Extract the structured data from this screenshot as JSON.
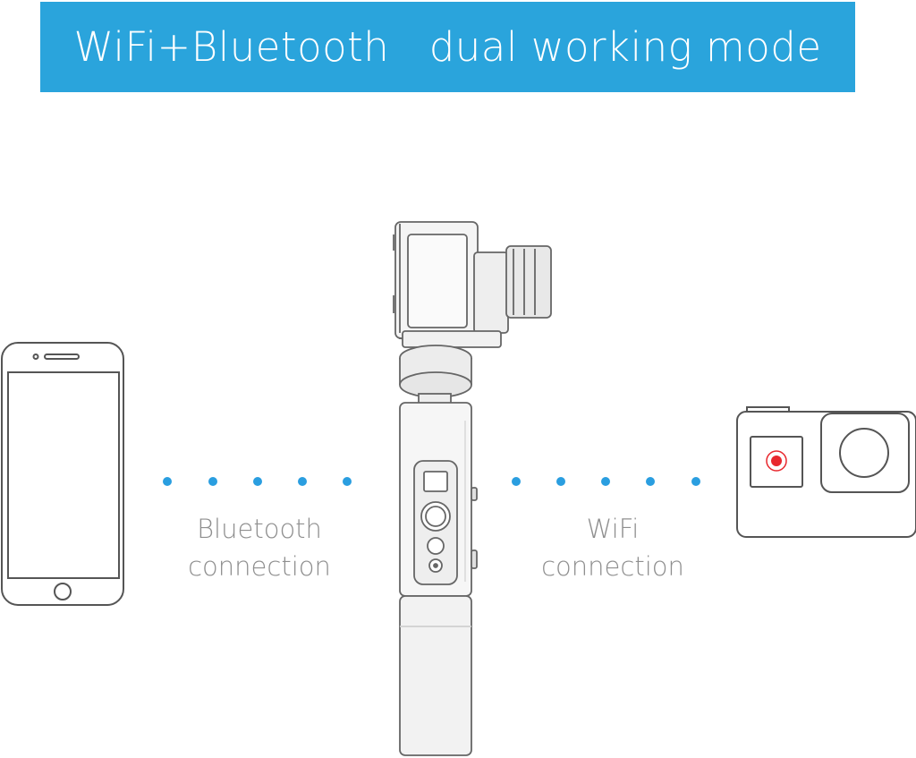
{
  "banner": {
    "title": "WiFi+Bluetooth   dual working mode",
    "background_color": "#2aa4dc",
    "text_color": "#ffffff"
  },
  "left_link": {
    "line1": "Bluetooth",
    "line2": "connection",
    "dot_color": "#2a9ee0"
  },
  "right_link": {
    "line1": "WiFi",
    "line2": "connection",
    "dot_color": "#2a9ee0"
  },
  "icons": {
    "phone": "smartphone-icon",
    "gimbal": "handheld-gimbal-icon",
    "camera": "action-camera-icon"
  },
  "colors": {
    "outline": "#555555",
    "caption": "#8f8f8f",
    "record": "#e8282e"
  }
}
